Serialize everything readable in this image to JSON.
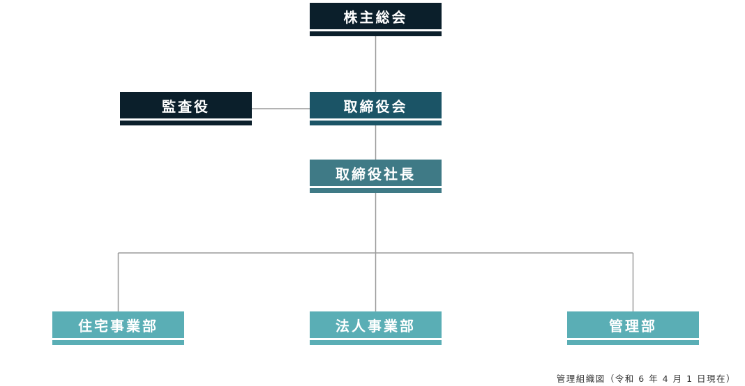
{
  "nodes": {
    "shareholders": "株主総会",
    "auditor": "監査役",
    "board": "取締役会",
    "president": "取締役社長",
    "housing": "住宅事業部",
    "corporate": "法人事業部",
    "admin": "管理部"
  },
  "caption": "管理組織図（令和 6 年 4 月 1 日現在）",
  "colors": {
    "darkest": "#0b1f2b",
    "dark": "#1b5466",
    "mid": "#3f7a86",
    "light": "#5aaeb5",
    "connector": "#9a9a9a"
  }
}
